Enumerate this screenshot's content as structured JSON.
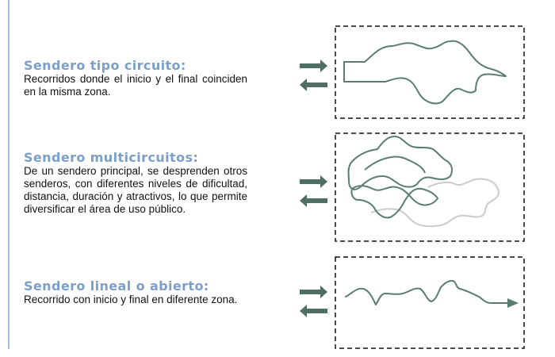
{
  "sections": [
    {
      "title": "Sendero tipo circuito:",
      "description": "Recorridos donde el inicio y el final coinciden en la misma zona."
    },
    {
      "title": "Sendero multicircuitos:",
      "description": "De un sendero principal, se desprenden otros senderos, con diferentes niveles de dificultad, distancia, duración y atractivos, lo que permite diversificar el área de uso público."
    },
    {
      "title": "Sendero lineal o abierto:",
      "description": "Recorrido con inicio y final en diferente zona."
    }
  ],
  "colors": {
    "title": "#7b9fc9",
    "trail": "#5b7d70",
    "secondary_trail": "#c9ccca",
    "arrow": "#4f6f63",
    "divider": "#a9bfd8"
  }
}
